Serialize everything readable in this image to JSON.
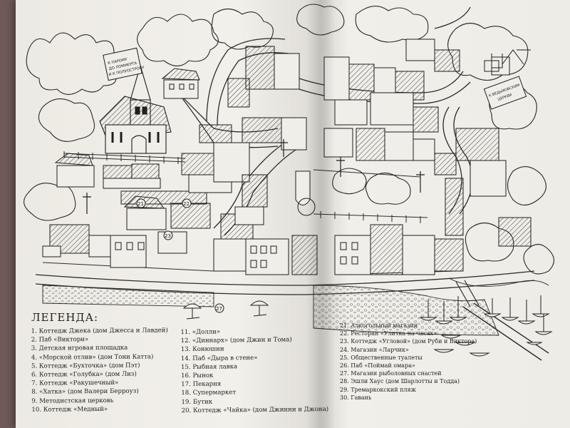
{
  "legend": {
    "title": "ЛЕГЕНДА:",
    "items": [
      "1. Коттедж Джека (дом Джесса и Лавдей)",
      "2. Паб «Виктори»",
      "3. Детская игровая площадка",
      "4. «Морской отлив» (дом Тони Катта)",
      "5. Коттедж «Бухточка» (дом Пэт)",
      "6. Коттедж «Голубка» (дом Лиз)",
      "7. Коттедж «Ракушечный»",
      "8. «Хатка» (дом Валери Берроуз)",
      "9. Методистская церковь",
      "10. Коттедж «Медный»",
      "11. «Долли»",
      "12. «Диннарх» (дом Джин и Тома)",
      "13. Конюшни",
      "14. Паб «Дыра в стене»",
      "15. Рыбная лавка",
      "16. Рынок",
      "17. Пекарня",
      "18. Супермаркет",
      "19. Бутик",
      "20. Коттедж «Чайка» (дом Джинни и Джона)",
      "21. Алкогольный магазин",
      "22. Ресторан «Улитка на часах»",
      "23. Коттедж «Угловой» (дом Руби и Виктора)",
      "24. Магазин «Ларчик»",
      "25. Общественные туалеты",
      "26. Паб «Поймай омара»",
      "27. Магазин рыболовных снастей",
      "28. Эшли Хаус (дом Шарлотты и Тодда)",
      "29. Тремаркокский пляж",
      "30. Гавань"
    ]
  },
  "map_labels": {
    "sign_left": [
      "К ПАРОМУ",
      "ДО ЛОММЕРТА",
      "И К ПОЛУОСТРОВУ"
    ],
    "sign_right": [
      "К ВЕДЬМОВСКИМ",
      "ЦЕРКВИ"
    ],
    "markers": [
      "21",
      "22",
      "23",
      "27"
    ]
  },
  "colors": {
    "page": "#f0eee8",
    "ink": "#1d1d1d",
    "background": "#6f5a57"
  }
}
